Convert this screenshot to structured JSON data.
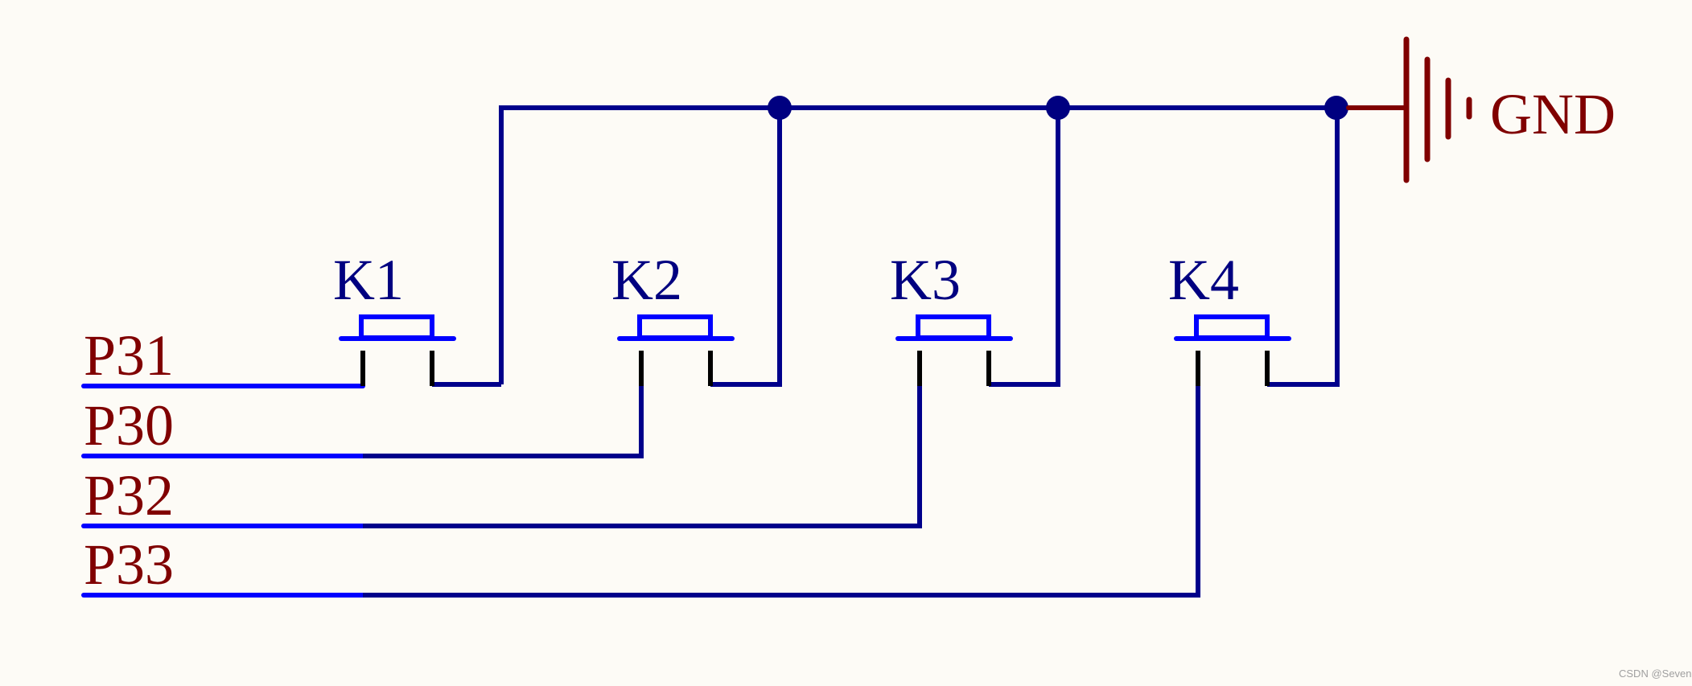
{
  "colors": {
    "background": "#fdfbf6",
    "wire_dark": "#00008b",
    "wire_pin": "#0000ff",
    "switch": "#0000ff",
    "switch_pin": "#000000",
    "label_port": "#800000",
    "label_switch": "#000080",
    "gnd": "#800000",
    "junction": "#000080",
    "watermark": "#a0a0a0"
  },
  "ports": [
    {
      "label": "P31",
      "switch": "K1"
    },
    {
      "label": "P30",
      "switch": "K2"
    },
    {
      "label": "P32",
      "switch": "K3"
    },
    {
      "label": "P33",
      "switch": "K4"
    }
  ],
  "switches": [
    {
      "label": "K1"
    },
    {
      "label": "K2"
    },
    {
      "label": "K3"
    },
    {
      "label": "K4"
    }
  ],
  "ground": {
    "label": "GND",
    "symbol": "ground-battery-symbol"
  },
  "watermark": "CSDN @Seven."
}
